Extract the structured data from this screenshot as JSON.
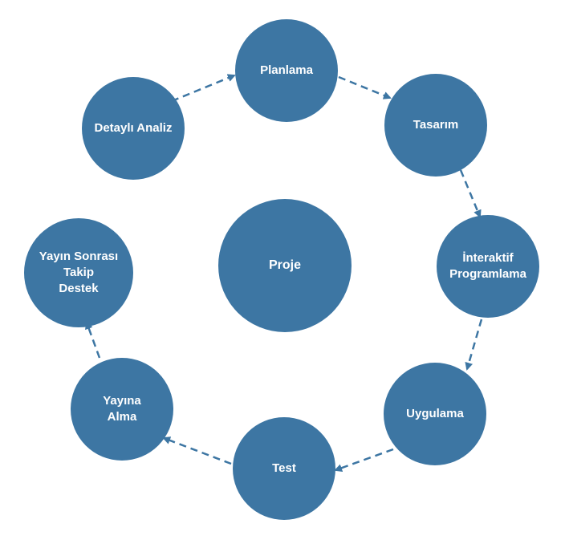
{
  "colors": {
    "node_fill": "#3d76a3",
    "arrow": "#3d76a3",
    "background": "#ffffff",
    "text": "#ffffff"
  },
  "center": {
    "label": "Proje"
  },
  "cycle": [
    {
      "id": "planlama",
      "label": "Planlama"
    },
    {
      "id": "tasarim",
      "label": "Tasarım"
    },
    {
      "id": "interaktif-programlama",
      "label": "İnteraktif\nProgramlama"
    },
    {
      "id": "uygulama",
      "label": "Uygulama"
    },
    {
      "id": "test",
      "label": "Test"
    },
    {
      "id": "yayina-alma",
      "label": "Yayına\nAlma"
    },
    {
      "id": "yayin-sonrasi",
      "label": "Yayın Sonrası\nTakip\nDestek"
    },
    {
      "id": "detayli-analiz",
      "label": "Detaylı Analiz"
    }
  ]
}
